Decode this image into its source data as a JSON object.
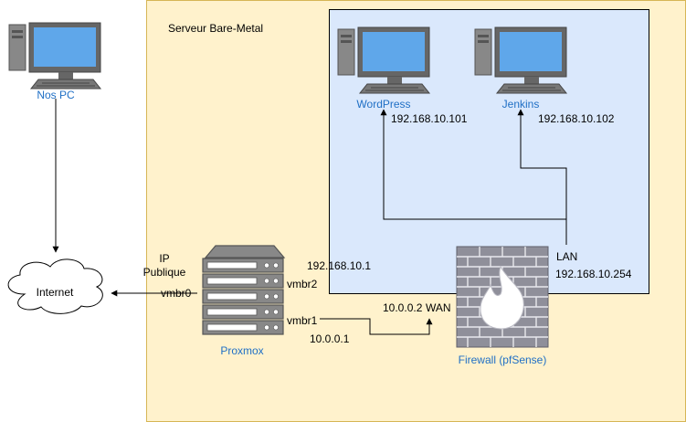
{
  "server": {
    "title": "Serveur Bare-Metal"
  },
  "nodes": {
    "nos_pc": "Nos PC",
    "internet": "Internet",
    "wordpress": "WordPress",
    "jenkins": "Jenkins",
    "proxmox": "Proxmox",
    "firewall": "Firewall (pfSense)"
  },
  "labels": {
    "wordpress_ip": "192.168.10.101",
    "jenkins_ip": "192.168.10.102",
    "ip_line1": "IP",
    "ip_line2": "Publique",
    "vmbr0": "vmbr0",
    "vmbr2": "vmbr2",
    "vmbr1": "vmbr1",
    "vmbr2_ip": "192.168.10.1",
    "vmbr1_ip": "10.0.0.1",
    "wan_ip": "10.0.0.2",
    "wan": "WAN",
    "lan": "LAN",
    "lan_ip": "192.168.10.254"
  },
  "colors": {
    "server_fill": "#fff2cc",
    "server_stroke": "#d6b656",
    "lan_fill": "#dae8fc",
    "node_label": "#1f6fc5",
    "pc_body": "#666666",
    "pc_screen": "#5fa7ea",
    "firewall_brick": "#8f8f9a"
  }
}
